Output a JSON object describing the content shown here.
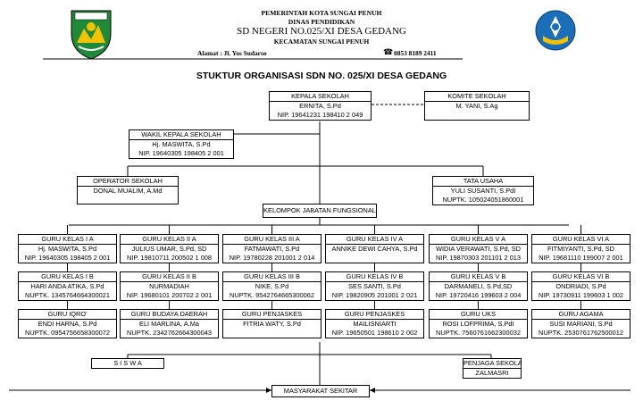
{
  "header": {
    "line1": "PEMERINTAH KOTA SUNGAI PENUH",
    "line2": "DINAS PENDIDIKAN",
    "line3": "SD NEGERI NO.025/XI DESA GEDANG",
    "line4": "KECAMATAN SUNGAI PENUH",
    "address": "Alamat : Jl. Yos Sudarso",
    "phone": "0853 8189 2411"
  },
  "title": "STUKTUR ORGANISASI SDN NO. 025/XI DESA GEDANG",
  "kepala": {
    "role": "KEPALA SEKOLAH",
    "name": "ERNITA, S.Pd",
    "id": "NIP. 19641231 198410 2 049"
  },
  "komite": {
    "role": "KOMITE SEKOLAH",
    "name": "M. YANI, S.Ag"
  },
  "wakil": {
    "role": "WAKIL KEPALA SEKOLAH",
    "name": "Hj. MASWITA, S.Pd",
    "id": "NIP. 19640305 198405 2 001"
  },
  "operator": {
    "role": "OPERATOR SEKOLAH",
    "name": "DONAL MUALIM, A.Md"
  },
  "tata_usaha": {
    "role": "TATA USAHA",
    "name": "YULI SUSANTI, S.PdI",
    "id": "NUPTK. 105024051860001"
  },
  "kelompok": {
    "role": "KELOMPOK JABATAN FUNGSIONAL"
  },
  "columns": [
    {
      "a": {
        "role": "GURU KELAS I A",
        "name": "Hj. MASWITA, S.Pd",
        "id": "NIP. 19640305 198405 2 001"
      },
      "b": {
        "role": "GURU KELAS I B",
        "name": "HARI ANDA ATIKA, S.Pd",
        "id": "NUPTK. 1345764664300021"
      },
      "c": {
        "role": "GURU IQRO'",
        "name": "ENDI HARNA, S.Pd",
        "id": "NUPTK. 0954756658300072"
      }
    },
    {
      "a": {
        "role": "GURU KELAS II A",
        "name": "JULIUS UMAR, S.Pd, SD",
        "id": "NIP. 19810711 200502 1 008"
      },
      "b": {
        "role": "GURU KELAS II B",
        "name": "NURMADIAH",
        "id": "NIP. 19680101 200702 2 001"
      },
      "c": {
        "role": "GURU BUDAYA DAERAH",
        "name": "ELI MARLINA, A.Ma",
        "id": "NUPTK. 2342762664300043"
      }
    },
    {
      "a": {
        "role": "GURU KELAS III A",
        "name": "FATMAWATI, S.Pd",
        "id": "NIP. 19780228 201001 2 014"
      },
      "b": {
        "role": "GURU KELAS III B",
        "name": "NIKE, S.Pd",
        "id": "NUPTK. 9542764665300062"
      },
      "c": {
        "role": "GURU PENJASKES",
        "name": "FITRIA WATY, S.Pd",
        "id": ""
      }
    },
    {
      "a": {
        "role": "GURU KELAS IV A",
        "name": "ANNIKE DEWI CAHYA, S.Pd",
        "id": ""
      },
      "b": {
        "role": "GURU KELAS IV B",
        "name": "SES SANTI, S.Pd",
        "id": "NIP. 19820905 201001 2 021"
      },
      "c": {
        "role": "GURU PENJASKES",
        "name": "MAILISNIARTI",
        "id": "NIP. 19650501 198610 2 002"
      }
    },
    {
      "a": {
        "role": "GURU KELAS V A",
        "name": "WIDIA VERAWATI, S.Pd, SD",
        "id": "NIP. 19870303 201101 2 013"
      },
      "b": {
        "role": "GURU KELAS V B",
        "name": "DARMANELI, S.Pd,SD",
        "id": "NIP. 19720416 199603 2 004"
      },
      "c": {
        "role": "GURU UKS",
        "name": "ROSI LOFPRIMA, S.PdI",
        "id": "NUPTK. 7560761662300032"
      }
    },
    {
      "a": {
        "role": "GURU KELAS VI A",
        "name": "FITMIYANTI, S.Pd, SD",
        "id": "NIP. 19681110 199007 2 001"
      },
      "b": {
        "role": "GURU KELAS VI B",
        "name": "ONDRIADI, S.Pd",
        "id": "NIP. 19730911 199603 1 002"
      },
      "c": {
        "role": "GURU AGAMA",
        "name": "SUSI MARIANI, S.Pd",
        "id": "NUPTK. 2530761762500012"
      }
    }
  ],
  "siswa": {
    "role": "S I S W A"
  },
  "penjaga": {
    "role": "PENJAGA SEKOLAH",
    "name": "ZALMASRI"
  },
  "masyarakat": {
    "role": "MASYARAKAT SEKITAR"
  },
  "colors": {
    "logo_left_green": "#1f8a3a",
    "logo_left_yellow": "#f2c200",
    "logo_right_blue": "#1a6fb8"
  }
}
